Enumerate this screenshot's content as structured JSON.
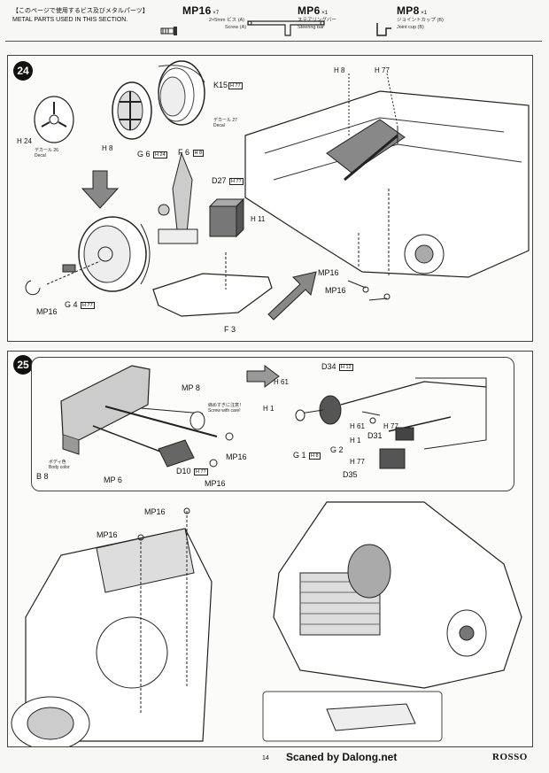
{
  "header": {
    "title_jp": "【このページで使用するビス及びメタルパーツ】",
    "title_en": "METAL PARTS USED IN THIS SECTION.",
    "parts": [
      {
        "code": "MP16",
        "qty": "×7",
        "size": "2×5mm",
        "name_jp": "ビス (A)",
        "name_en": "Screw (A)"
      },
      {
        "code": "MP6",
        "qty": "×1",
        "name_jp": "ステアリングバー",
        "name_en": "Steering bar"
      },
      {
        "code": "MP8",
        "qty": "×1",
        "name_jp": "ジョイントカップ (B)",
        "name_en": "Joint cup (B)"
      }
    ]
  },
  "step24": {
    "number": "24",
    "labels": {
      "k15": "K15",
      "k15_ref": "H 77",
      "decal27_jp": "デカール 27",
      "decal27_en": "Decal",
      "h24": "H 24",
      "decal26_jp": "デカール 26",
      "decal26_en": "Decal",
      "h8": "H 8",
      "g6": "G 6",
      "g6_ref": "H 24",
      "f6": "F 6",
      "f6_ref": "H 8",
      "d27": "D27",
      "d27_ref": "H 77",
      "h11": "H 11",
      "mp16": "MP16",
      "g4": "G 4",
      "g4_ref": "H 77",
      "f3": "F 3",
      "h8b": "H 8",
      "h77b": "H 77",
      "mp16b": "MP16",
      "mp16c": "MP16"
    }
  },
  "step25": {
    "number": "25",
    "labels": {
      "mp8": "MP 8",
      "note_jp": "締めすぎに注意！",
      "note_en": "Screw with care!",
      "body_color_jp": "ボディ色",
      "body_color_en": "Body color",
      "b8": "B 8",
      "mp6": "MP 6",
      "d10": "D10",
      "d10_ref": "H 77",
      "mp16a": "MP16",
      "mp16b": "MP16",
      "d34": "D34",
      "d34_ref": "H 12",
      "h61": "H 61",
      "h1": "H 1",
      "g1": "G 1",
      "g1_ref": "H 8",
      "h61b": "H 61",
      "h77": "H 77",
      "g2": "G 2",
      "h1b": "H 1",
      "d31": "D31",
      "h77b": "H 77",
      "d35": "D35",
      "mp16c": "MP16",
      "mp16d": "MP16"
    }
  },
  "footer": {
    "page": "14",
    "scan": "Scaned by Dalong.net",
    "brand": "ROSSO"
  }
}
